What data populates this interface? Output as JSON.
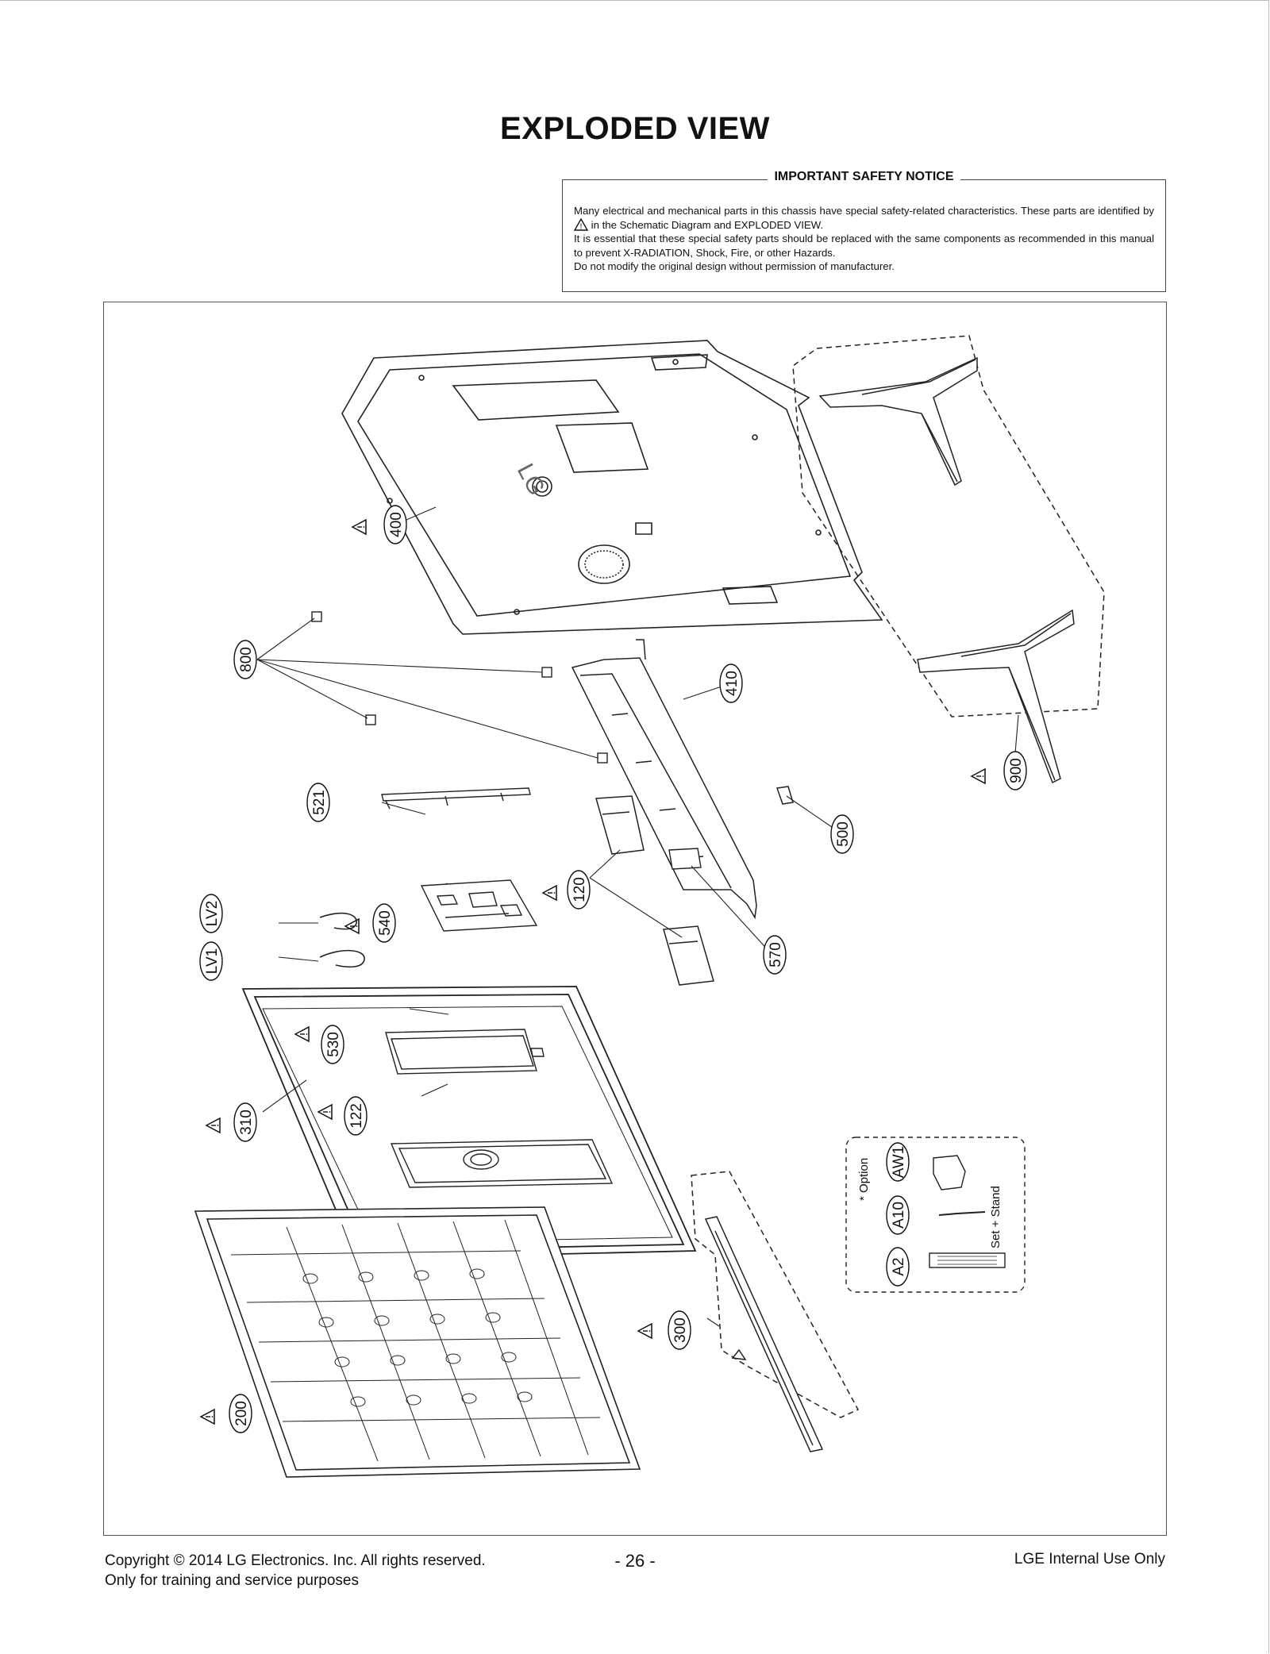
{
  "title": "EXPLODED VIEW",
  "notice": {
    "heading": "IMPORTANT SAFETY NOTICE",
    "line1a": "Many electrical and mechanical parts in this chassis have special safety-related characteristics. These parts are identified by",
    "line1b": "in the Schematic Diagram and EXPLODED VIEW.",
    "line2": "It is essential that these special safety parts should be replaced with the same components as recommended in this manual to prevent X-RADIATION, Shock, Fire, or other Hazards.",
    "line3": "Do not modify the original design without permission of manufacturer."
  },
  "callouts": {
    "c400": "400",
    "c800": "800",
    "c410": "410",
    "c900": "900",
    "c521": "521",
    "c500": "500",
    "c120": "120",
    "c540": "540",
    "c570": "570",
    "cLV2": "LV2",
    "cLV1": "LV1",
    "c530": "530",
    "c310": "310",
    "c122": "122",
    "c300": "300",
    "c200": "200",
    "cAW1": "AW1",
    "cA10": "A10",
    "cA2": "A2"
  },
  "option_box": {
    "option_label": "* Option",
    "set_stand_label": "Set + Stand"
  },
  "icons": {
    "safety": "warning-triangle-icon"
  },
  "footer": {
    "copyright": "Copyright  © 2014  LG Electronics. Inc. All rights reserved.",
    "purpose": "Only for training and service purposes",
    "page": "- 26 -",
    "internal": "LGE Internal Use Only"
  }
}
